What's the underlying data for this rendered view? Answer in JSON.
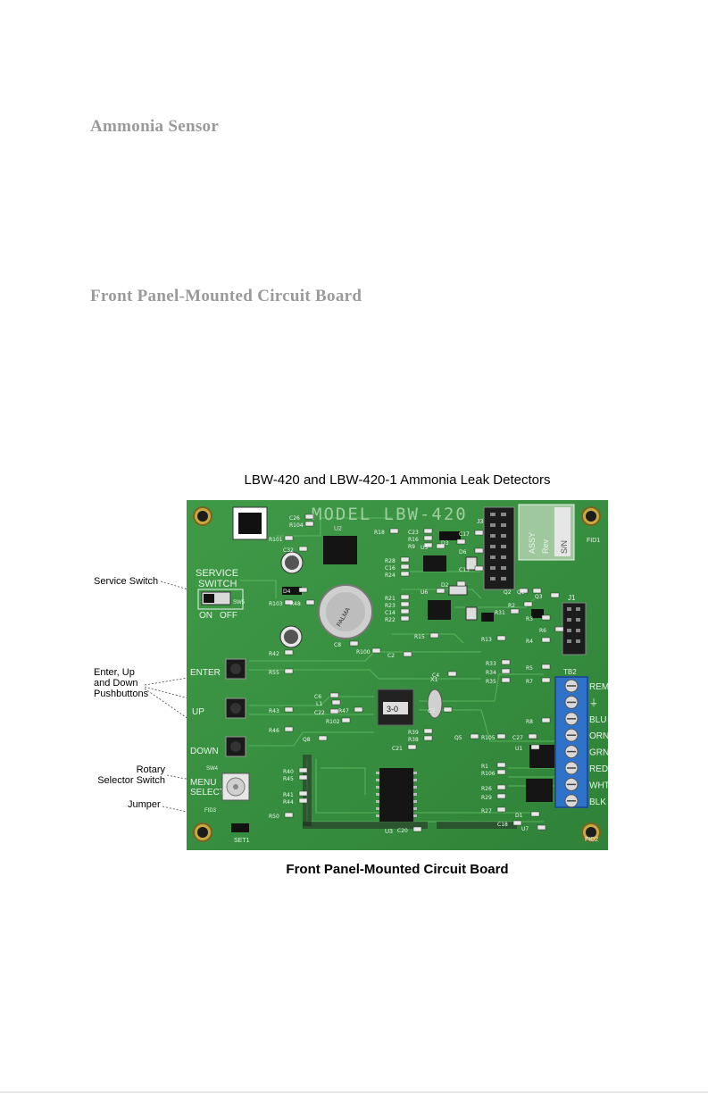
{
  "section_headings": {
    "ammonia_sensor": "Ammonia Sensor",
    "front_panel": "Front Panel-Mounted Circuit Board"
  },
  "figure": {
    "title": "LBW-420 and LBW-420-1 Ammonia Leak Detectors",
    "caption": "Front Panel-Mounted Circuit Board",
    "callouts": {
      "service_switch": "Service Switch",
      "buttons_line1": "Enter, Up",
      "buttons_line2": "and Down",
      "buttons_line3": "Pushbuttons",
      "rotary_line1": "Rotary",
      "rotary_line2": "Selector Switch",
      "jumper": "Jumper"
    },
    "board_markings": {
      "model": "MODEL LBW-420",
      "service_switch_l1": "SERVICE",
      "service_switch_l2": "SWITCH",
      "on": "ON",
      "off": "OFF",
      "enter": "ENTER",
      "up": "UP",
      "down": "DOWN",
      "menu": "MENU",
      "select": "SELECT",
      "set1": "SET1",
      "sw5": "SW5",
      "sw4": "SW4",
      "j3": "J3",
      "j1": "J1",
      "tb2": "TB2",
      "fid1": "FID1",
      "fid2": "FID2",
      "fid3": "FID3",
      "x1": "X1",
      "u3": "U3",
      "u2": "U2",
      "assy": "ASSY",
      "rev": "Rev",
      "sn": "S/N",
      "battery": "PALMA",
      "ic_mark": "3-0",
      "terminals": [
        "REM",
        "⏚",
        "BLU",
        "ORN",
        "GRN",
        "RED",
        "WHT",
        "BLK"
      ],
      "small_labels": [
        "C26",
        "R104",
        "R101",
        "C32",
        "D4",
        "R103",
        "R48",
        "R42",
        "R55",
        "R43",
        "R46",
        "R40",
        "R45",
        "R41",
        "R44",
        "R50",
        "C6",
        "L1",
        "C22",
        "R47",
        "R102",
        "R100",
        "C2",
        "R15",
        "R18",
        "C23",
        "R16",
        "R9",
        "R28",
        "C16",
        "R24",
        "R21",
        "R23",
        "C14",
        "R22",
        "C8",
        "U5",
        "U6",
        "D3",
        "C17",
        "D6",
        "C13",
        "D2",
        "Q2",
        "Q1",
        "Q3",
        "R31",
        "R13",
        "R6",
        "R33",
        "R34",
        "R35",
        "C4",
        "C3",
        "R39",
        "R38",
        "Q5",
        "R105",
        "C27",
        "U1",
        "R1",
        "R106",
        "R26",
        "R29",
        "R27",
        "C18",
        "D1",
        "U7",
        "C21",
        "C20",
        "Q8",
        "R2",
        "R3",
        "R4",
        "R5",
        "R7",
        "R8"
      ]
    }
  }
}
